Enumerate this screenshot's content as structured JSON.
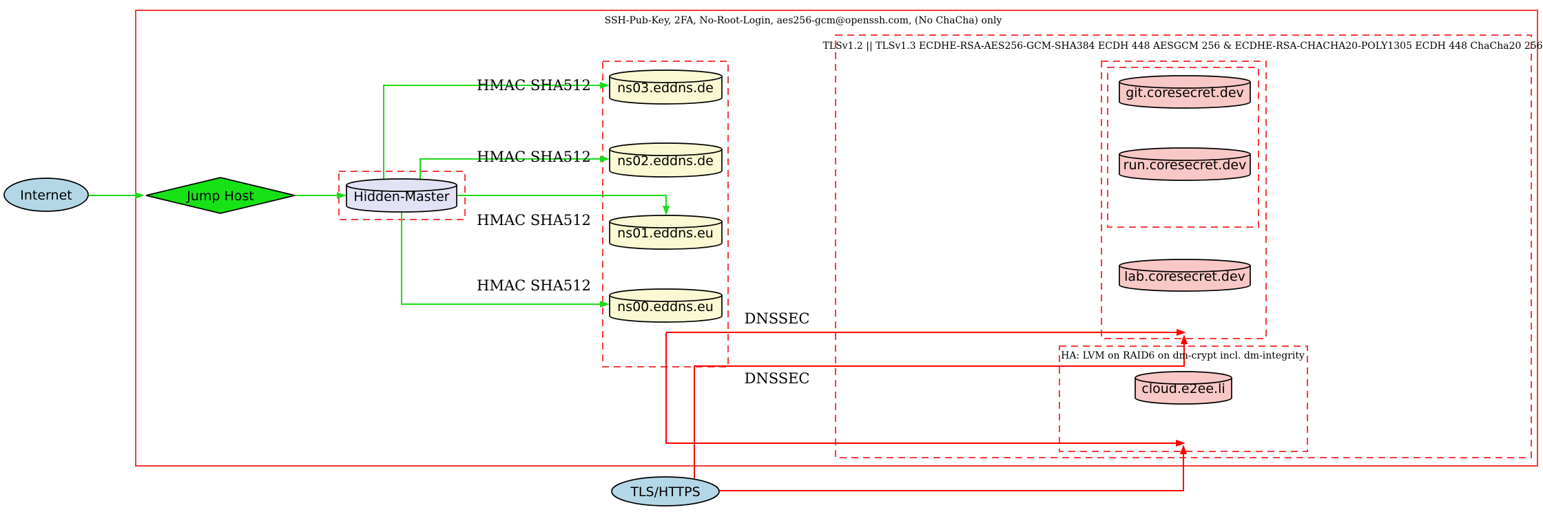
{
  "diagram": {
    "title_hint": "DNS / hosting security architecture diagram",
    "cluster_labels": {
      "ssh": "SSH-Pub-Key, 2FA, No-Root-Login, aes256-gcm@openssh.com, (No ChaCha) only",
      "tls": "TLSv1.2 || TLSv1.3 ECDHE-RSA-AES256-GCM-SHA384 ECDH 448 AESGCM 256 & ECDHE-RSA-CHACHA20-POLY1305 ECDH 448 ChaCha20 256",
      "ha": "HA: LVM on RAID6 on dm-crypt incl. dm-integrity"
    },
    "nodes": {
      "internet": "Internet",
      "jump_host": "Jump Host",
      "hidden_master": "Hidden-Master",
      "ns03": "ns03.eddns.de",
      "ns02": "ns02.eddns.de",
      "ns01": "ns01.eddns.eu",
      "ns00": "ns00.eddns.eu",
      "git": "git.coresecret.dev",
      "run": "run.coresecret.dev",
      "lab": "lab.coresecret.dev",
      "cloud": "cloud.e2ee.li",
      "tls_https": "TLS/HTTPS"
    },
    "edge_labels": {
      "hmac1": "HMAC SHA512",
      "hmac2": "HMAC SHA512",
      "hmac3": "HMAC SHA512",
      "hmac4": "HMAC SHA512",
      "dnssec1": "DNSSEC",
      "dnssec2": "DNSSEC"
    },
    "colors": {
      "box_red": "#f63b3b",
      "edge_red": "#ff0000",
      "edge_green": "#1bdb1b",
      "node_green": "#16e216",
      "node_lightblue": "#b3d7e6",
      "node_lightyellow": "#faf9d4",
      "node_pink": "#f8c8c6",
      "node_lavender": "#e2e2f6"
    }
  }
}
